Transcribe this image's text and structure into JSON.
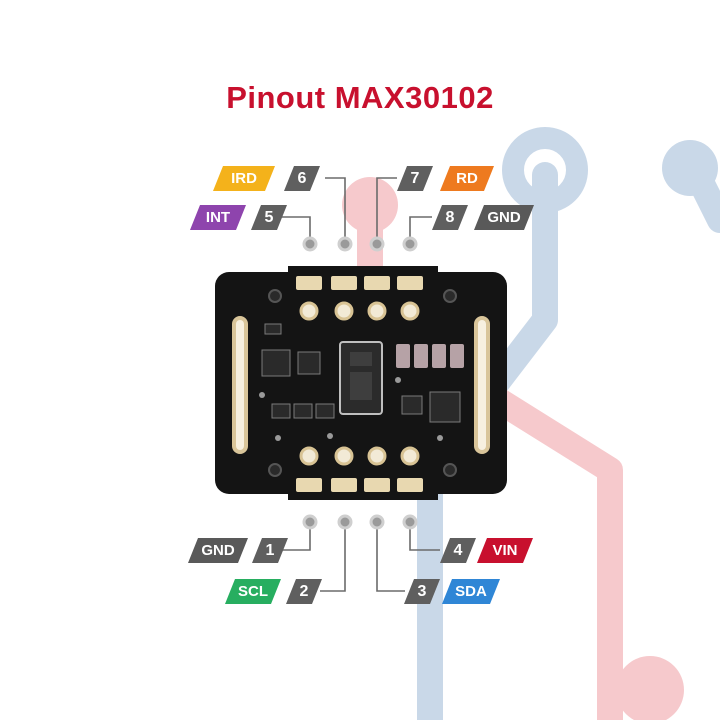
{
  "title": "Pinout MAX30102",
  "pins": [
    {
      "number": "1",
      "function": "GND"
    },
    {
      "number": "2",
      "function": "SCL"
    },
    {
      "number": "3",
      "function": "SDA"
    },
    {
      "number": "4",
      "function": "VIN"
    },
    {
      "number": "5",
      "function": "INT"
    },
    {
      "number": "6",
      "function": "IRD"
    },
    {
      "number": "7",
      "function": "RD"
    },
    {
      "number": "8",
      "function": "GND"
    }
  ],
  "colors": {
    "title": "#c8102e",
    "IRD": "#f4b21b",
    "RD": "#ee7a1f",
    "INT": "#8e44ad",
    "GND": "#595959",
    "VIN": "#c8102e",
    "SCL": "#27ae60",
    "SDA": "#2f86d6",
    "pin_number": "#5f5f5f",
    "board": "#141414"
  }
}
